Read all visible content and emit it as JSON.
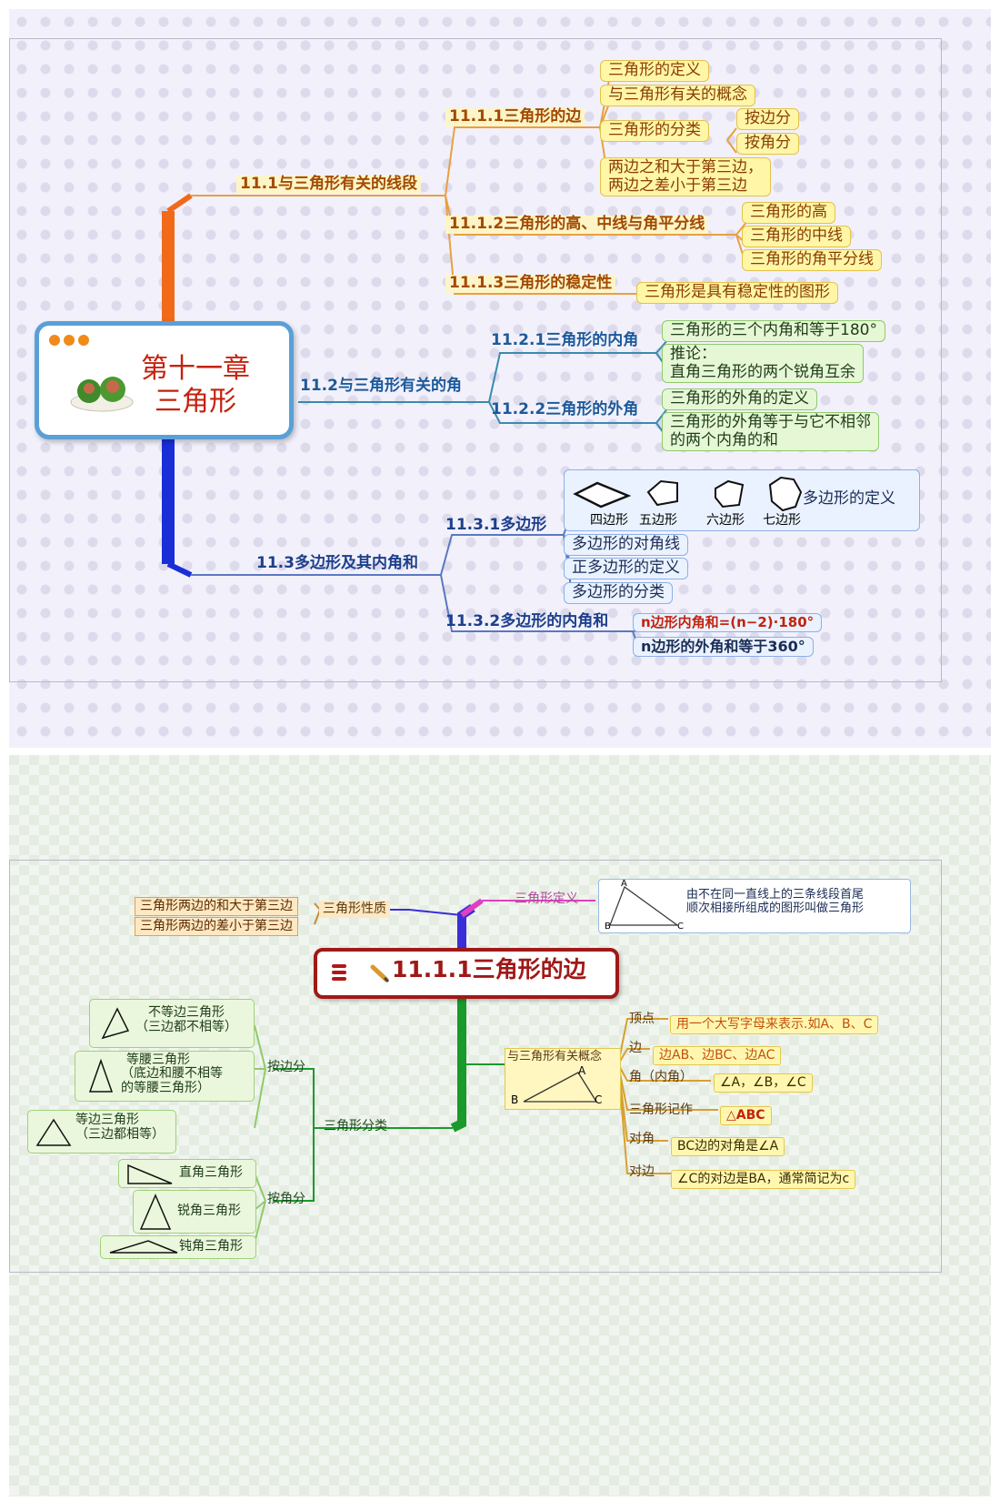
{
  "top": {
    "root": {
      "line1": "第十一章",
      "line2": "三角形"
    },
    "colors": {
      "orange": "#f06a1a",
      "blue": "#1a2ed8",
      "link_orange": "#e8a040",
      "link_blue": "#5a78c0",
      "link_cyan": "#3a8ab0"
    },
    "s1": {
      "label": "11.1与三角形有关的线段",
      "a": {
        "label": "11.1.1三角形的边",
        "items": [
          "三角形的定义",
          "与三角形有关的概念",
          "三角形的分类"
        ],
        "classify": [
          "按边分",
          "按角分"
        ],
        "rule1": "两边之和大于第三边，",
        "rule2": "两边之差小于第三边"
      },
      "b": {
        "label": "11.1.2三角形的高、中线与角平分线",
        "items": [
          "三角形的高",
          "三角形的中线",
          "三角形的角平分线"
        ]
      },
      "c": {
        "label": "11.1.3三角形的稳定性",
        "item": "三角形是具有稳定性的图形"
      }
    },
    "s2": {
      "label": "11.2与三角形有关的角",
      "a": {
        "label": "11.2.1三角形的内角",
        "item": "三角形的三个内角和等于180°",
        "cor1": "推论：",
        "cor2": "直角三角形的两个锐角互余"
      },
      "b": {
        "label": "11.2.2三角形的外角",
        "item": "三角形的外角的定义",
        "thm1": "三角形的外角等于与它不相邻",
        "thm2": "的两个内角的和"
      }
    },
    "s3": {
      "label": "11.3多边形及其内角和",
      "a": {
        "label": "11.3.1多边形",
        "shapes": [
          "四边形",
          "五边形",
          "六边形",
          "七边形"
        ],
        "def": "多边形的定义",
        "items": [
          "多边形的对角线",
          "正多边形的定义",
          "多边形的分类"
        ]
      },
      "b": {
        "label": "11.3.2多边形的内角和",
        "items": [
          "n边形内角和=(n−2)·180°",
          "n边形的外角和等于360°"
        ]
      }
    }
  },
  "bottom": {
    "center": {
      "icon": "list-icon",
      "title": "11.1.1三角形的边"
    },
    "nature": {
      "label": "三角形性质",
      "items": [
        "三角形两边的和大于第三边",
        "三角形两边的差小于第三边"
      ]
    },
    "definition": {
      "label": "三角形定义",
      "text1": "由不在同一直线上的三条线段首尾",
      "text2": "顺次相接所组成的图形叫做三角形",
      "vertices": [
        "A",
        "B",
        "C"
      ]
    },
    "concepts": {
      "label": "与三角形有关概念",
      "vertices": [
        "A",
        "B",
        "C"
      ],
      "rows": [
        {
          "key": "顶点",
          "value": "用一个大写字母来表示.如A、B、C"
        },
        {
          "key": "边",
          "value": "边AB、边BC、边AC"
        },
        {
          "key": "角（内角）",
          "value": "∠A，∠B，∠C"
        },
        {
          "key": "三角形记作",
          "value": "△ABC"
        },
        {
          "key": "对角",
          "value": "BC边的对角是∠A"
        },
        {
          "key": "对边",
          "value": "∠C的对边是BA，通常简记为c"
        }
      ]
    },
    "classify": {
      "label": "三角形分类",
      "by_side": {
        "label": "按边分",
        "items": [
          {
            "l1": "不等边三角形",
            "l2": "（三边都不相等）"
          },
          {
            "l1": "等腰三角形",
            "l2": "（底边和腰不相等",
            "l3": "的等腰三角形）"
          },
          {
            "l1": "等边三角形",
            "l2": "（三边都相等）"
          }
        ]
      },
      "by_angle": {
        "label": "按角分",
        "items": [
          "直角三角形",
          "锐角三角形",
          "钝角三角形"
        ]
      }
    }
  }
}
